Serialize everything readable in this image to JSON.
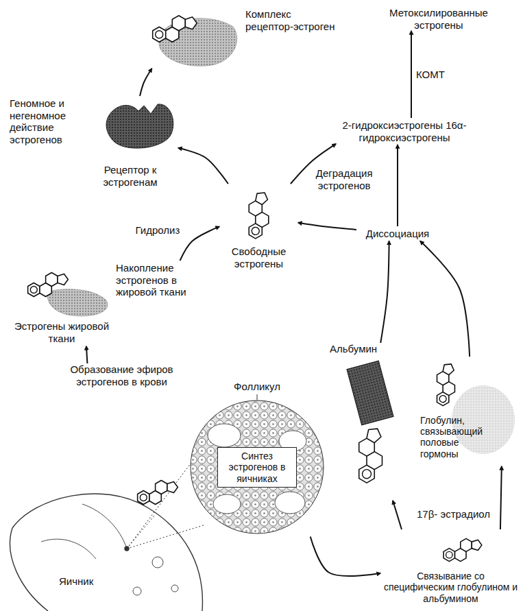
{
  "diagram": {
    "nodes": [
      {
        "text": [
          "Комплекс рецептор-эстроген"
        ]
      },
      {
        "text": [
          "Метоксилированные эстрогены"
        ]
      },
      {
        "text": [
          "Геномное и негеномное действие эстрогенов",
          "Рецептор к эстрогенам"
        ]
      },
      {
        "text": [
          "2-гидроксиэстрогены 16α-гидроксиэстрогены"
        ]
      },
      {
        "text": [
          "Свободные эстрогены"
        ]
      },
      {
        "text": [
          "Накопление эстрогенов в жировой ткани",
          "Эстрогены жировой ткани"
        ]
      },
      {
        "text": [
          "Образование эфиров эстрогенов в крови"
        ]
      },
      {
        "text": [
          "Диссоциация"
        ]
      },
      {
        "text": [
          "Альбумин"
        ]
      },
      {
        "text": [
          "Глобулин, связывающий половые гормоны"
        ]
      },
      {
        "text": [
          "Фолликул"
        ]
      },
      {
        "text": [
          "Синтез эстрогенов в яичниках"
        ],
        "in": 10
      },
      {
        "text": [
          "Связывание со специфическим глобулином и альбумином"
        ]
      }
    ],
    "edges": [
      {
        "from": 4,
        "to": 2,
        "arrow": "to"
      },
      {
        "from": 2,
        "to": 0,
        "arrow": "to"
      },
      {
        "from": 4,
        "to": 3,
        "label": "Деградация эстрогенов",
        "arrow": "to"
      },
      {
        "from": 3,
        "to": 1,
        "label": "КОМТ",
        "arrow": "to"
      },
      {
        "from": 7,
        "to": 4,
        "arrow": "to"
      },
      {
        "from": 7,
        "to": 3,
        "arrow": "to"
      },
      {
        "from": 5,
        "to": 4,
        "label": "Гидролиз",
        "arrow": "to"
      },
      {
        "from": 6,
        "to": 5,
        "arrow": "to"
      },
      {
        "from": 8,
        "to": 7,
        "arrow": "to"
      },
      {
        "from": 9,
        "to": 7,
        "arrow": "to"
      },
      {
        "from": 12,
        "to": 8,
        "arrow": "to"
      },
      {
        "from": 12,
        "to": 9,
        "arrow": "to"
      },
      {
        "from": 10,
        "to": 12,
        "arrow": "to"
      }
    ],
    "labels": [
      "17β- эстрадиол",
      "Яичник"
    ]
  }
}
